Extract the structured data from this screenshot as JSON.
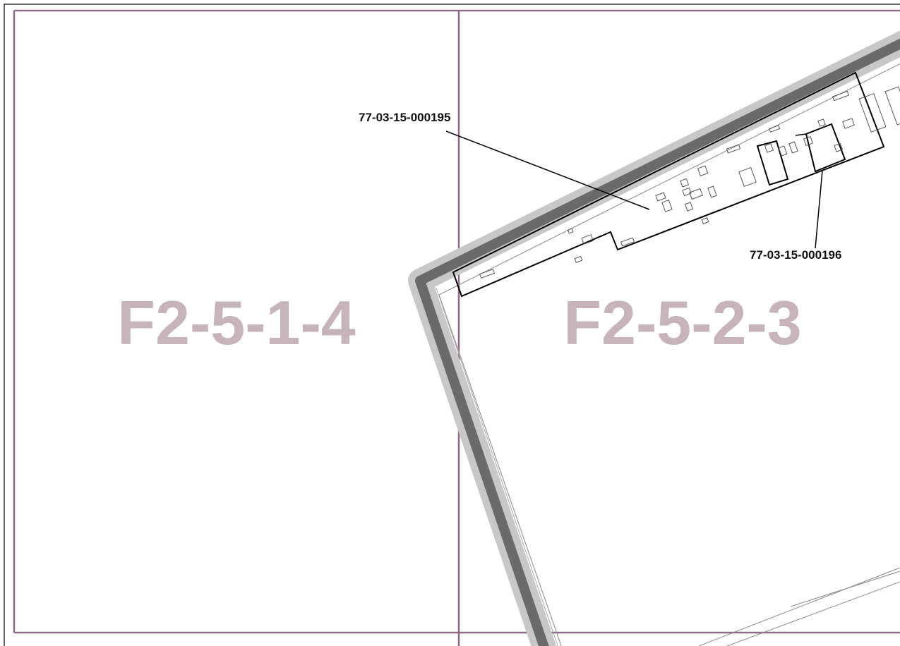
{
  "map": {
    "sheet_labels": [
      {
        "id": "left",
        "text": "F2-5-1-4"
      },
      {
        "id": "right",
        "text": "F2-5-2-3"
      }
    ],
    "parcel_labels": [
      {
        "id": "p195",
        "text": "77-03-15-000195"
      },
      {
        "id": "p196",
        "text": "77-03-15-000196"
      }
    ],
    "colors": {
      "sheet_grid": "#8e6a86",
      "sheet_label": "#c6b4ba",
      "road_outer": "#c8c8c8",
      "road_inner": "#6a6a6a",
      "parcel_outline": "#000000",
      "frame": "#333333"
    }
  }
}
